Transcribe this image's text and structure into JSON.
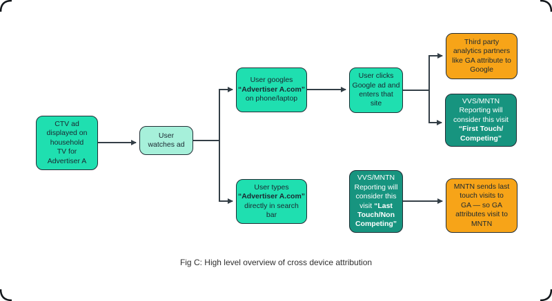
{
  "figure": {
    "caption": "Fig C: High level overview of cross device attribution"
  },
  "nodes": {
    "ctv_ad": {
      "text": "CTV ad\ndisplayed on\nhousehold\nTV for\nAdvertiser A"
    },
    "user_watches": {
      "text": "User\nwatches ad"
    },
    "user_googles": {
      "pre": "User googles\n",
      "bold": "“Advertiser A.com”",
      "post": "\non phone/laptop"
    },
    "user_clicks": {
      "text": "User clicks\nGoogle ad and\nenters that\nsite"
    },
    "third_party": {
      "text": "Third party\nanalytics partners\nlike GA attribute to\nGoogle"
    },
    "first_touch": {
      "pre": "VVS/MNTN\nReporting will\nconsider this visit\n",
      "bold": "“First Touch/\nCompeting”"
    },
    "user_types": {
      "pre": "User types\n",
      "bold": "“Advertiser A.com”",
      "post": "\ndirectly in search\nbar"
    },
    "last_touch": {
      "pre": "VVS/MNTN\nReporting will\nconsider this\nvisit ",
      "bold": "“Last\nTouch/Non\nCompeting”"
    },
    "mntn_sends": {
      "text": "MNTN sends last\ntouch visits to\nGA — so GA\nattributes visit to\nMNTN"
    }
  },
  "colors": {
    "teal_bright": "#1FDFB0",
    "teal_light": "#A6F0DA",
    "teal_dark": "#17947F",
    "orange": "#F7A418",
    "node_border": "#202B33",
    "arrow": "#333E46",
    "text_dark": "#1A2730",
    "text_light": "#FFFFFF",
    "background": "#FFFFFF"
  }
}
